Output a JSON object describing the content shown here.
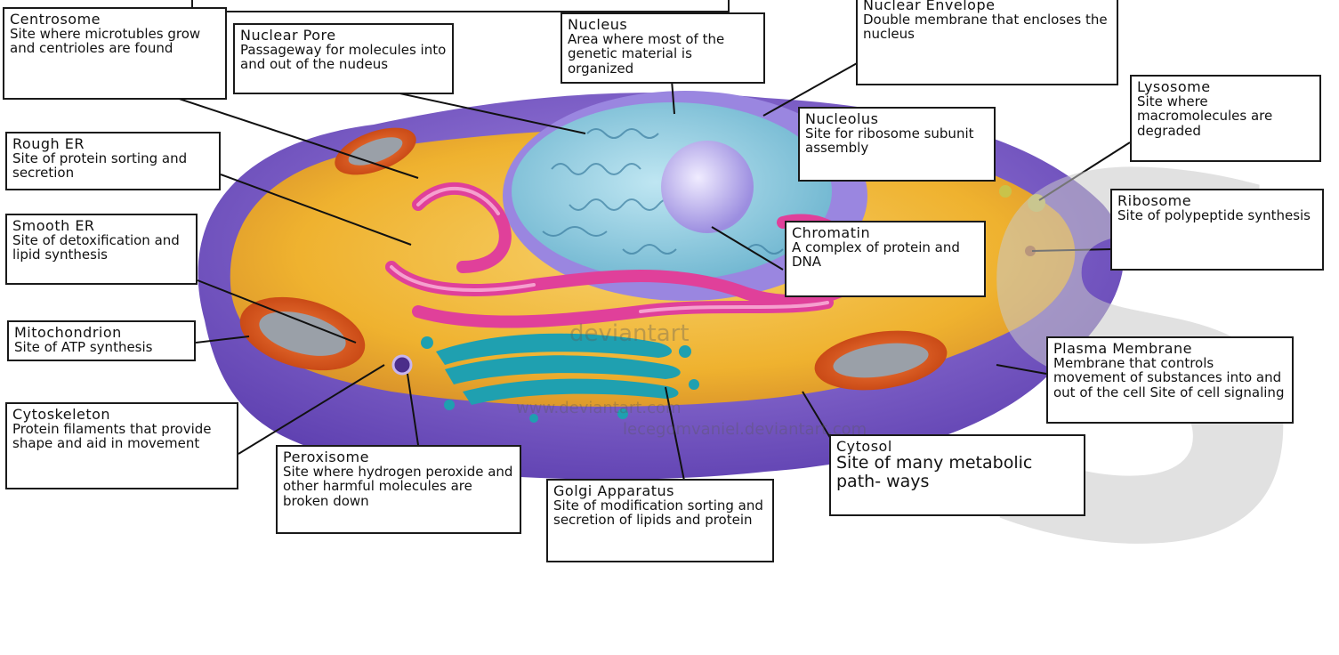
{
  "labels": {
    "centrosome": {
      "title": "Centrosome",
      "desc": "Site where microtubles grow and centrioles are found"
    },
    "nuclear_pore": {
      "title": "Nuclear Pore",
      "desc": "Passageway for molecules into and out of the nudeus"
    },
    "nucleus": {
      "title": "Nucleus",
      "desc": "Area where most of the genetic material is organized"
    },
    "nuclear_envelope": {
      "title": "Nuclear Envelope",
      "desc": "Double membrane that encloses the nucleus"
    },
    "lysosome": {
      "title": "Lysosome",
      "desc": "Site where macromolecules are degraded"
    },
    "nucleolus": {
      "title": "Nucleolus",
      "desc": "Site for ribosome subunit assembly"
    },
    "rough_er": {
      "title": "Rough ER",
      "desc": "Site of protein sorting and secretion"
    },
    "ribosome": {
      "title": "Ribosome",
      "desc": "Site of polypeptide synthesis"
    },
    "smooth_er": {
      "title": "Smooth ER",
      "desc": "Site of detoxification and lipid synthesis"
    },
    "chromatin": {
      "title": "Chromatin",
      "desc": "A complex of protein and DNA"
    },
    "mitochondrion": {
      "title": "Mitochondrion",
      "desc": "Site of ATP synthesis"
    },
    "plasma_membrane": {
      "title": "Plasma Membrane",
      "desc": "Membrane that controls movement of substances into and out of the cell Site of cell signaling"
    },
    "cytoskeleton": {
      "title": "Cytoskeleton",
      "desc": "Protein filaments that provide shape and aid in movement"
    },
    "peroxisome": {
      "title": "Peroxisome",
      "desc": "Site where hydrogen peroxide and other harmful molecules are broken down"
    },
    "cytosol": {
      "title": "Cytosol",
      "desc": "Site of many metabolic path- ways"
    },
    "golgi": {
      "title": "Golgi Apparatus",
      "desc": "Site of modification sorting and secretion of lipids and protein"
    }
  },
  "watermark": {
    "line1": "deviantart",
    "line2": "www.deviantart.com",
    "line3": "lecegomvaniel.deviantart.com",
    "big_letter": "S"
  },
  "colors": {
    "cytoplasm": "#f1b83a",
    "membrane": "#7b5fc8",
    "nucleus": "#8fd0e6",
    "er": "#e0409a",
    "golgi": "#1fa0b0",
    "mitochondrion": "#e8531f"
  }
}
